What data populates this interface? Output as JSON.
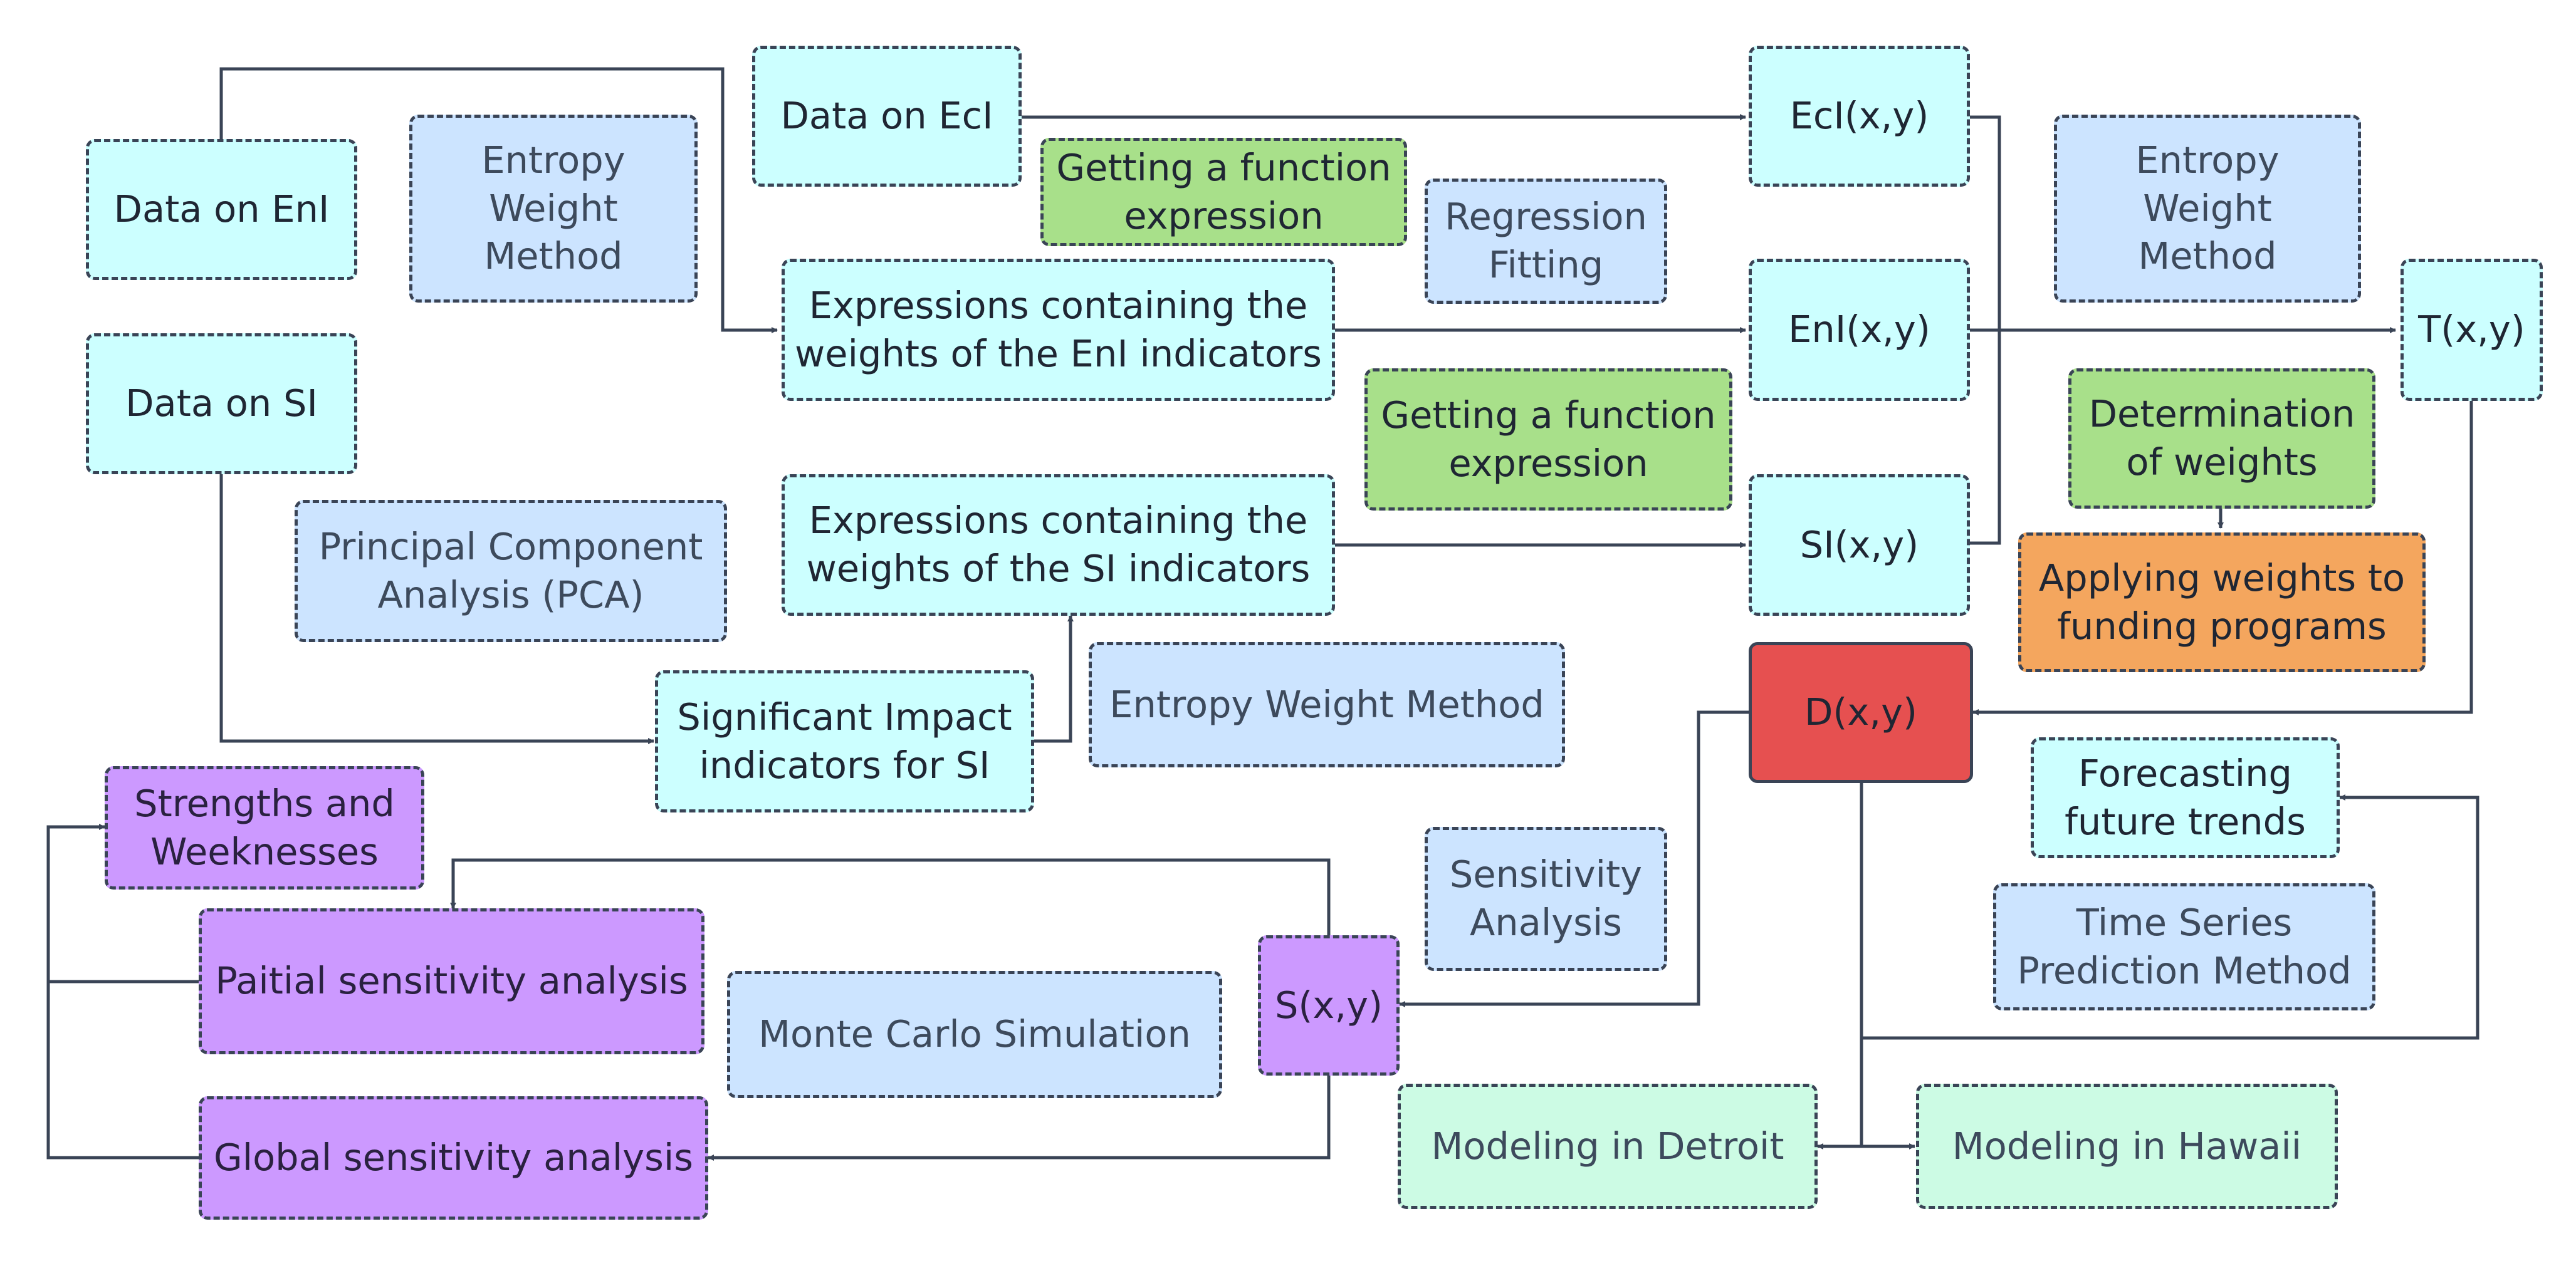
{
  "nodes": {
    "data_enl": "Data on EnI",
    "entropy_1": "Entropy\nWeight\nMethod",
    "data_ecl": "Data on EcI",
    "getting_func_1": "Getting a function\nexpression",
    "regression": "Regression\nFitting",
    "ecl_xy": "EcI(x,y)",
    "entropy_2": "Entropy\nWeight\nMethod",
    "data_si": "Data on SI",
    "expr_enl": "Expressions containing the\nweights of the EnI indicators",
    "enl_xy": "EnI(x,y)",
    "t_xy": "T(x,y)",
    "getting_func_2": "Getting a function\nexpression",
    "determination": "Determination\nof weights",
    "pca": "Principal Component\nAnalysis (PCA)",
    "expr_si": "Expressions containing the\nweights of the SI indicators",
    "si_xy": "SI(x,y)",
    "applying": "Applying weights to\nfunding programs",
    "significant": "Significant Impact\nindicators for SI",
    "entropy_3": "Entropy Weight Method",
    "d_xy": "D(x,y)",
    "strengths": "Strengths and\nWeeknesses",
    "forecasting": "Forecasting\nfuture trends",
    "sensitivity": "Sensitivity\nAnalysis",
    "partial": "Paitial sensitivity analysis",
    "time_series": "Time Series\nPrediction Method",
    "monte_carlo": "Monte Carlo Simulation",
    "s_xy": "S(x,y)",
    "global": "Global sensitivity analysis",
    "detroit": "Modeling in Detroit",
    "hawaii": "Modeling in Hawaii"
  },
  "colors": {
    "cyan": "#ccffff",
    "blue": "#cce4ff",
    "green": "#a8e08a",
    "mint": "#ccfbe4",
    "purple": "#cc99ff",
    "orange": "#f4a65e",
    "red": "#e65050",
    "line": "#3a4456"
  }
}
